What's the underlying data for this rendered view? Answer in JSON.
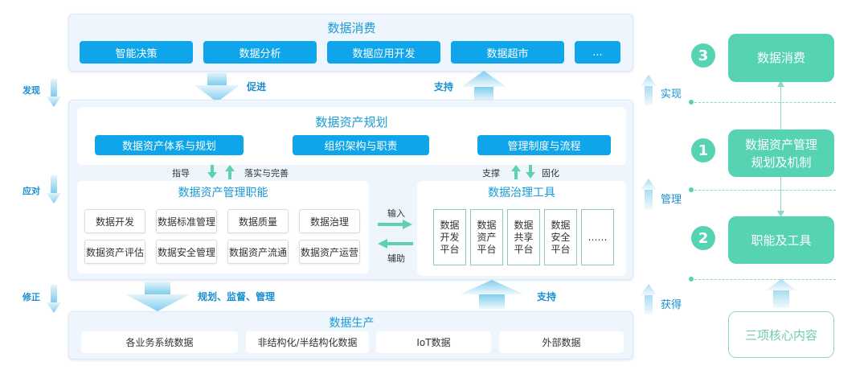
{
  "consumption": {
    "title": "数据消费",
    "items": [
      "智能决策",
      "数据分析",
      "数据应用开发",
      "数据超市",
      "..."
    ]
  },
  "flow_labels": {
    "promote": "促进",
    "support_top": "支持",
    "plan_supervise_manage": "规划、监督、管理",
    "support_bottom": "支持"
  },
  "left_labels": [
    "发现",
    "应对",
    "修正"
  ],
  "planning": {
    "title": "数据资产规划",
    "items": [
      "数据资产体系与规划",
      "组织架构与职责",
      "管理制度与流程"
    ],
    "guide": "指导",
    "implement": "落实与完善",
    "prop": "支撑",
    "solidify": "固化"
  },
  "functions": {
    "title": "数据资产管理职能",
    "items": [
      "数据开发",
      "数据标准管理",
      "数据质量",
      "数据治理",
      "数据资产评估",
      "数据安全管理",
      "数据资产流通",
      "数据资产运营"
    ]
  },
  "io": {
    "input": "输入",
    "assist": "辅助"
  },
  "tools": {
    "title": "数据治理工具",
    "items": [
      [
        "数据",
        "开发",
        "平台"
      ],
      [
        "数据",
        "资产",
        "平台"
      ],
      [
        "数据",
        "共享",
        "平台"
      ],
      [
        "数据",
        "安全",
        "平台"
      ],
      [
        "……"
      ]
    ]
  },
  "production": {
    "title": "数据生产",
    "items": [
      "各业务系统数据",
      "非结构化/半结构化数据",
      "IoT数据",
      "外部数据"
    ]
  },
  "right_panel": {
    "side_labels": [
      "实现",
      "管理",
      "获得"
    ],
    "steps": [
      {
        "num": "3",
        "label": "数据消费"
      },
      {
        "num": "1",
        "label_line1": "数据资产管理",
        "label_line2": "规划及机制"
      },
      {
        "num": "2",
        "label": "职能及工具"
      }
    ],
    "core": "三项核心内容"
  },
  "colors": {
    "blue_button": "#0ea5ea",
    "title_blue": "#1a9ad6",
    "green": "#55d3b2",
    "panel_bg": "#eef5fc"
  }
}
